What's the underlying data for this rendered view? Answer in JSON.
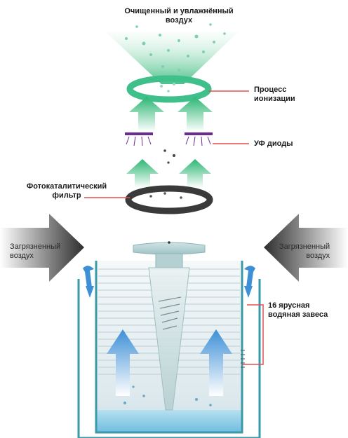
{
  "labels": {
    "clean_air": "Очищенный и увлажнённый\nвоздух",
    "ionization": "Процесс\nионизации",
    "uv_diodes": "УФ диоды",
    "photocatalytic_filter": "Фотокаталитический\nфильтр",
    "dirty_air_left": "Загрязненный\nвоздух",
    "dirty_air_right": "Загрязненный\nвоздух",
    "water_curtain": "16 ярусная\nводяная завеса"
  },
  "colors": {
    "green": "#2bb673",
    "ring_green": "#3fbf8a",
    "uv_purple": "#6b2c91",
    "filter_dark": "#3a3a3a",
    "pointer_red": "#e05050",
    "tank_teal": "#3a9aa8",
    "water_blue": "#8ccbe6",
    "air_arrow_blue": "#3d8fd6",
    "dirty_air_gray": "#3c3c3c"
  }
}
